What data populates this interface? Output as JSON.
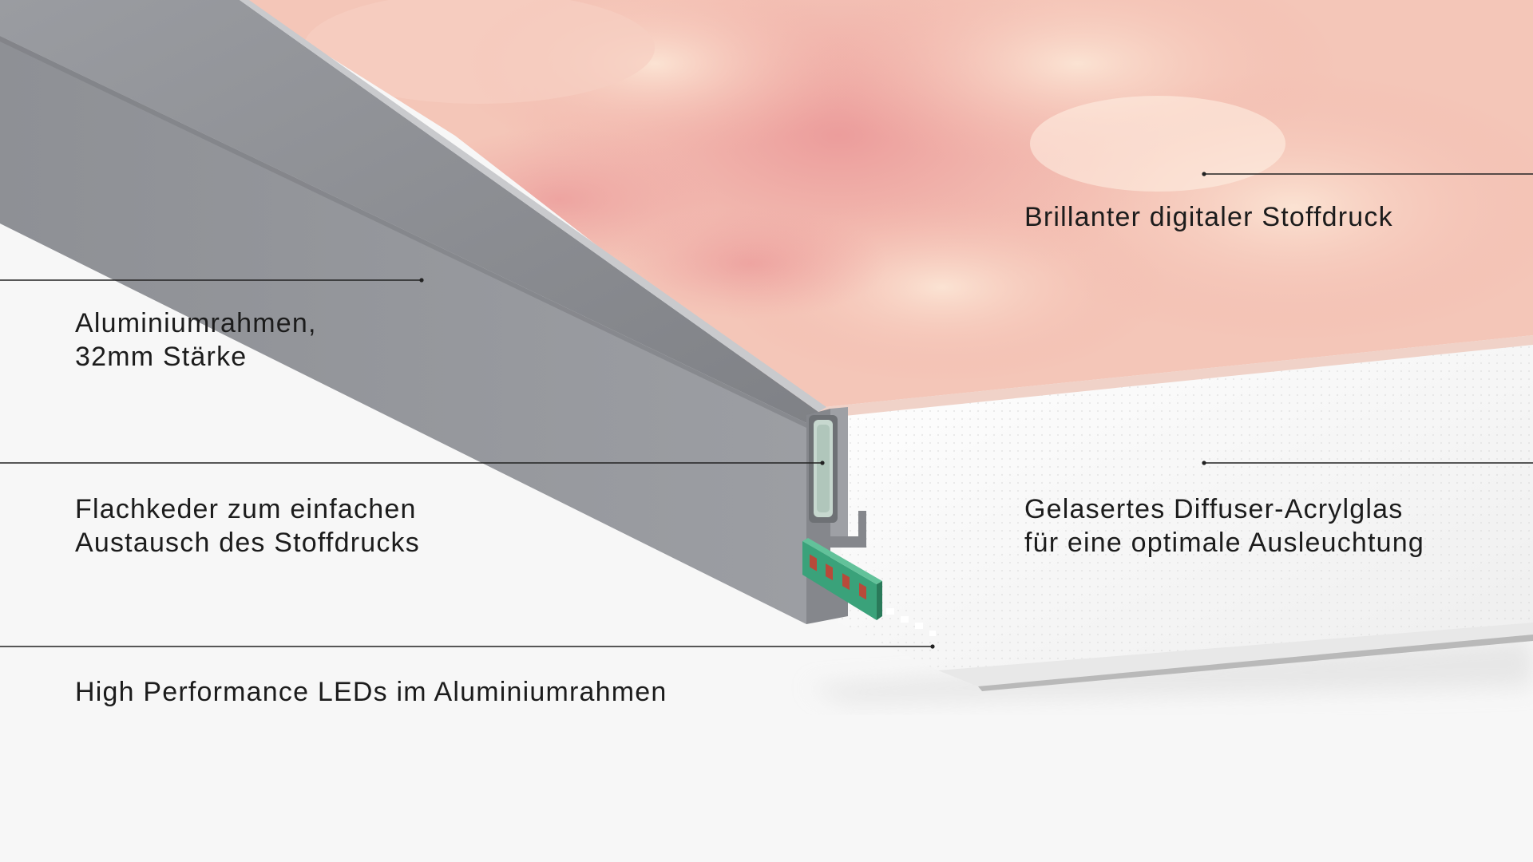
{
  "callouts": {
    "fabric_print": {
      "lines": [
        "Brillanter digitaler Stoffdruck"
      ]
    },
    "aluminium_frame": {
      "lines": [
        "Aluminiumrahmen,",
        "32mm Stärke"
      ]
    },
    "keder": {
      "lines": [
        "Flachkeder zum einfachen",
        "Austausch des Stoffdrucks"
      ]
    },
    "diffuser": {
      "lines": [
        "Gelasertes Diffuser-Acrylglas",
        "für eine optimale Ausleuchtung"
      ]
    },
    "leds": {
      "lines": [
        "High Performance LEDs im Aluminiumrahmen"
      ]
    }
  },
  "colors": {
    "background": "#f7f7f7",
    "frame": "#8f9196",
    "print_pink": "#f2b7a8",
    "led_strip": "#3aa27a",
    "leader_line": "#222222"
  }
}
